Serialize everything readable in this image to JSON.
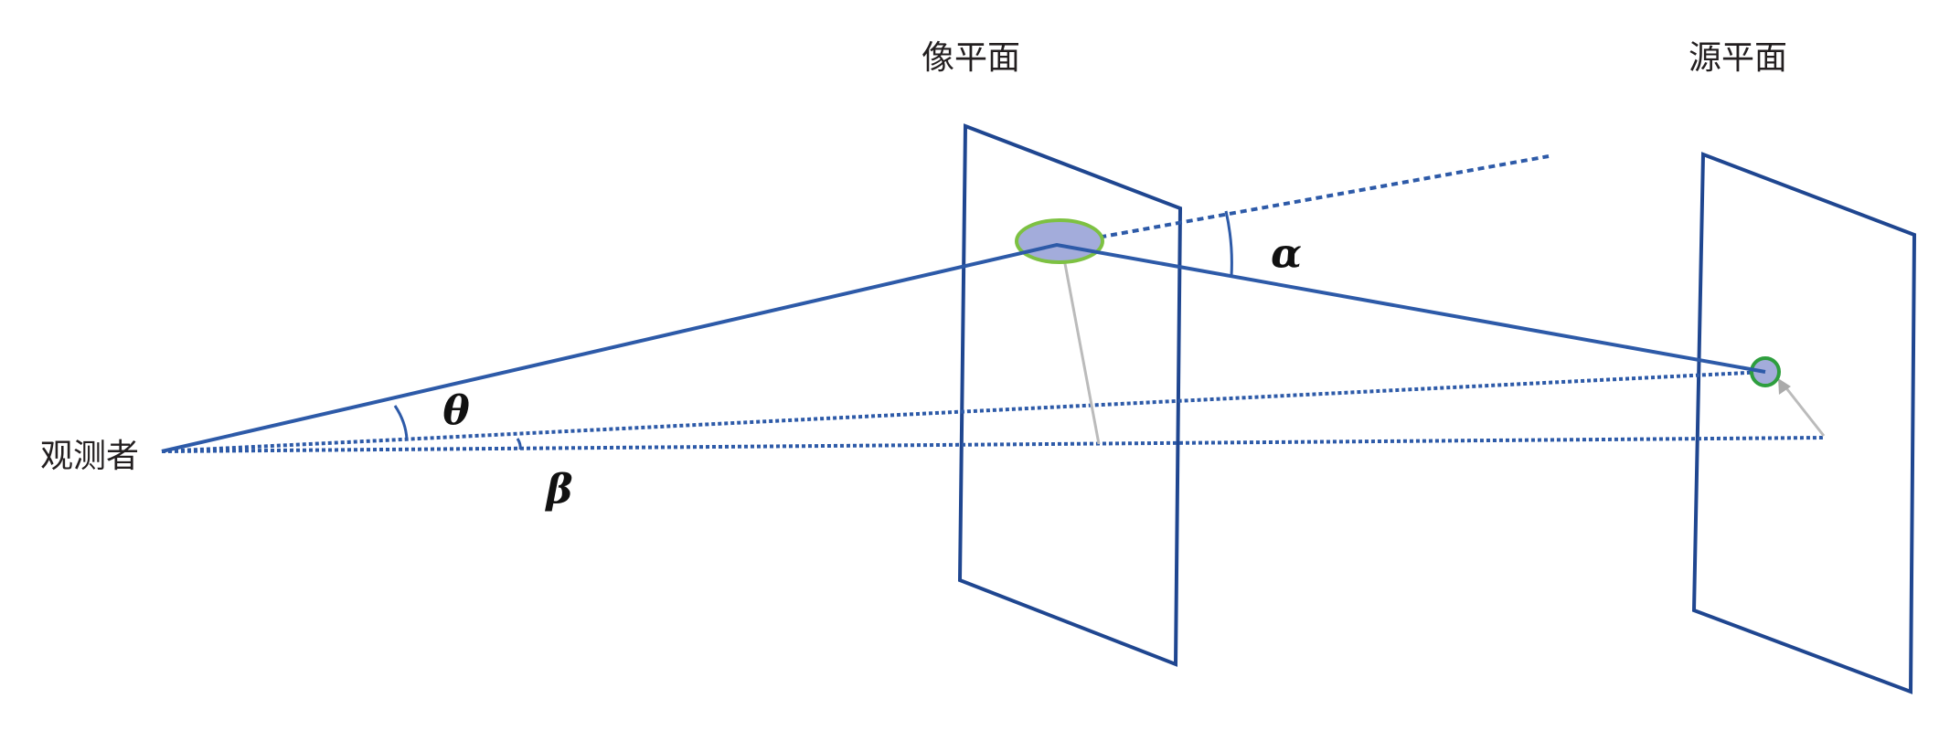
{
  "labels": {
    "image_plane": "像平面",
    "source_plane": "源平面",
    "observer": "观测者"
  },
  "angles": {
    "alpha": "α",
    "theta": "θ",
    "beta": "β"
  },
  "colors": {
    "line": "#2d5aa8",
    "plane": "#1f4690",
    "image_fill": "#a3acdb",
    "image_stroke": "#7dc142",
    "arrow": "#bbbbbb"
  }
}
